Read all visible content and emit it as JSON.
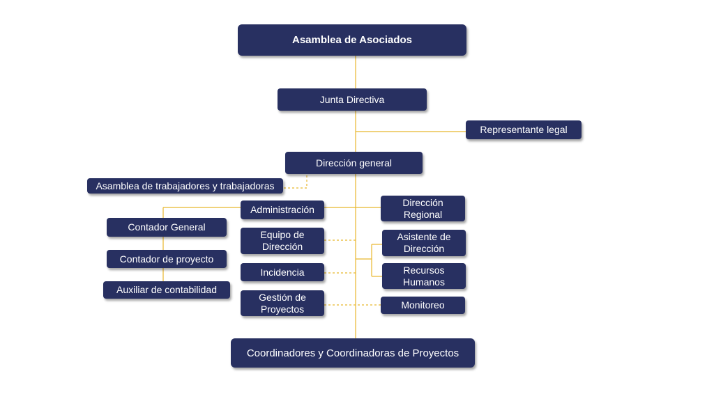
{
  "org_chart": {
    "asamblea_asociados": "Asamblea de Asociados",
    "junta_directiva": "Junta Directiva",
    "representante_legal": "Representante legal",
    "direccion_general": "Dirección general",
    "asamblea_trabajadores": "Asamblea de trabajadores y trabajadoras",
    "administracion": "Administración",
    "contador_general": "Contador General",
    "contador_proyecto": "Contador de proyecto",
    "auxiliar_contabilidad": "Auxiliar de contabilidad",
    "equipo_direccion": "Equipo de Dirección",
    "incidencia": "Incidencia",
    "gestion_proyectos": "Gestión de Proyectos",
    "direccion_regional": "Dirección Regional",
    "asistente_direccion": "Asistente de Dirección",
    "recursos_humanos": "Recursos Humanos",
    "monitoreo": "Monitoreo",
    "coordinadores": "Coordinadores y Coordinadoras de Proyectos"
  },
  "colors": {
    "box_fill": "#283061",
    "box_text": "#ffffff",
    "connector": "#e8b62c"
  }
}
